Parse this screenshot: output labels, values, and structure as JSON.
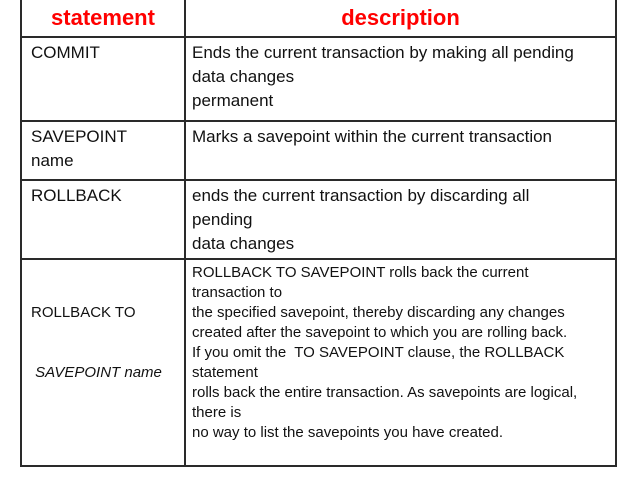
{
  "accent_red": "#ff0000",
  "border_color": "#000000",
  "table": {
    "headers": [
      "statement",
      "description"
    ],
    "rows": [
      {
        "statement": "COMMIT",
        "description": "Ends the current transaction by making all pending\ndata changes\npermanent"
      },
      {
        "statement": "SAVEPOINT\nname",
        "description": "Marks a savepoint within the current transaction"
      },
      {
        "statement": "ROLLBACK",
        "description": "ends the current transaction by discarding all\npending\ndata changes"
      },
      {
        "statement": "ROLLBACK TO",
        "statement_italic": " SAVEPOINT name",
        "description": "ROLLBACK TO SAVEPOINT rolls back the current\ntransaction to\nthe specified savepoint, thereby discarding any changes\ncreated after the savepoint to which you are rolling back.\nIf you omit the  TO SAVEPOINT clause, the ROLLBACK\nstatement\nrolls back the entire transaction. As savepoints are logical,\nthere is\nno way to list the savepoints you have created."
      }
    ]
  }
}
